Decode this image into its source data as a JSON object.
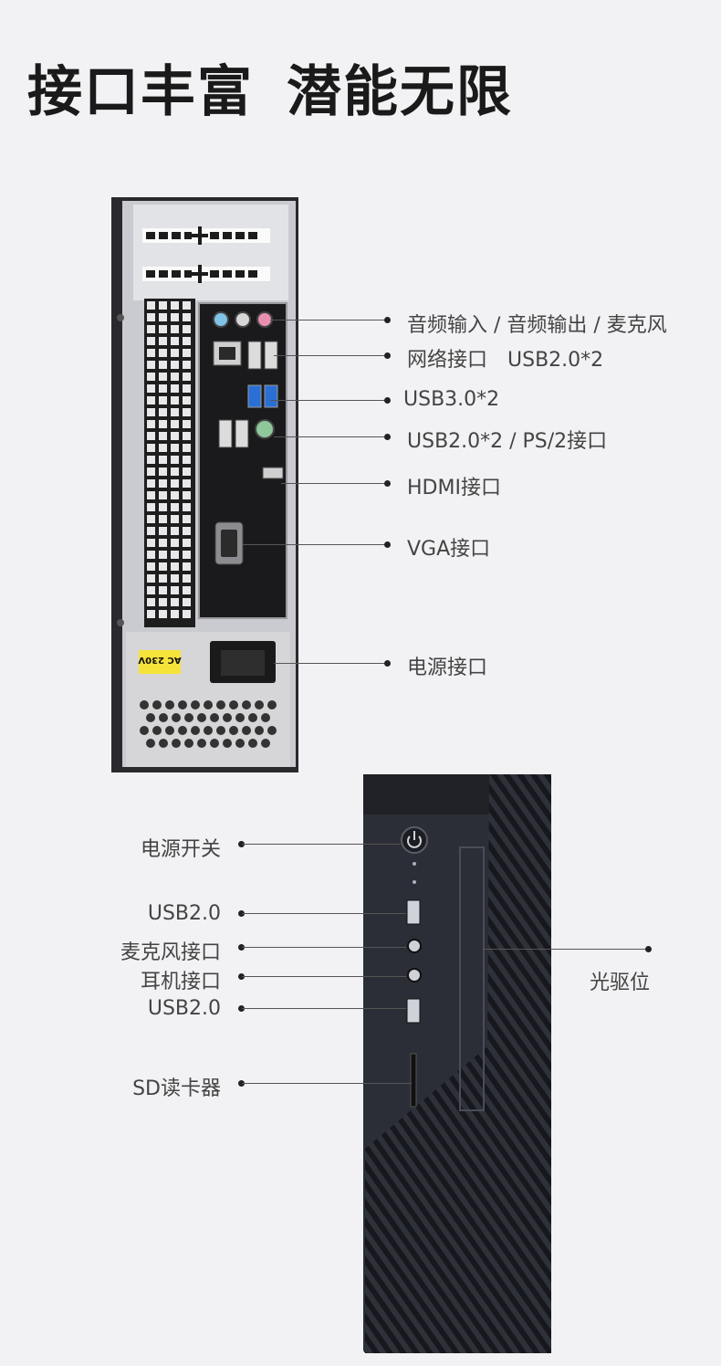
{
  "headline": {
    "part1": "接口丰富",
    "part2": "潜能无限"
  },
  "rear_panel": {
    "psu_sticker": "AC 230V",
    "callouts": [
      "音频输入 / 音频输出 / 麦克风",
      "网络接口　USB2.0*2",
      "USB3.0*2",
      "USB2.0*2 / PS/2接口",
      "HDMI接口",
      "VGA接口",
      "电源接口"
    ]
  },
  "front_panel": {
    "callouts_left": [
      "电源开关",
      "USB2.0",
      "麦克风接口",
      "耳机接口",
      "USB2.0",
      "SD读卡器"
    ],
    "callout_right": "光驱位"
  },
  "colors": {
    "background": "#f2f2f4",
    "chassis": "#2b2e36",
    "usb3": "#2a6fd6",
    "audio_in": "#7fc3e6",
    "mic": "#e88fb0",
    "psu_sticker": "#f5e33a"
  }
}
